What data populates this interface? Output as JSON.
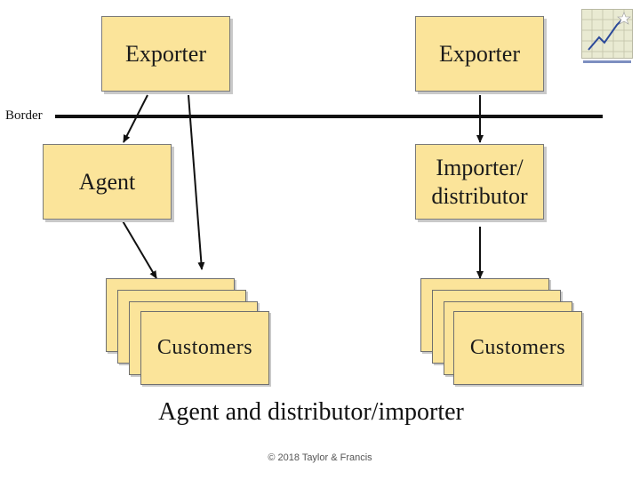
{
  "nodes": {
    "exporter_left": "Exporter",
    "exporter_right": "Exporter",
    "agent": "Agent",
    "importer_line1": "Importer/",
    "importer_line2": "distributor",
    "customers_left": "Customers",
    "customers_right": "Customers"
  },
  "border_label": "Border",
  "caption": "Agent and distributor/importer",
  "copyright": "© 2018 Taylor & Francis",
  "colors": {
    "box_fill": "#fbe49a",
    "box_border": "#7a7a7a",
    "line": "#111111"
  },
  "icons": {
    "logo": "chart-logo-icon"
  }
}
